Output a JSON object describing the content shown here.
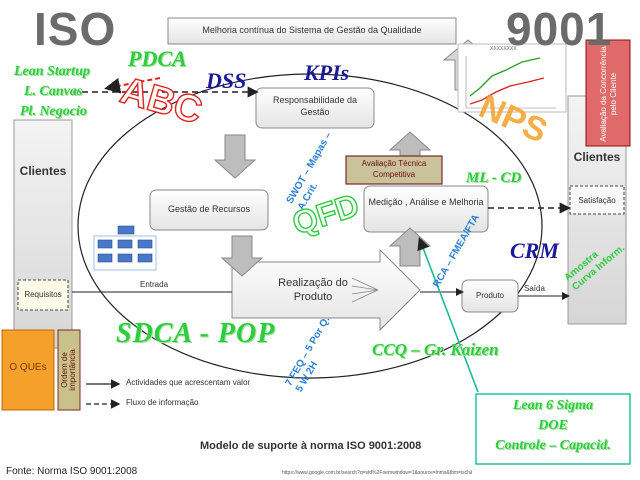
{
  "header": {
    "iso_left": "ISO",
    "iso_right": "9001",
    "improvement_box": "Melhoria contínua do Sistema de Gestão da Qualidade"
  },
  "boxes": {
    "responsabilidade": "Responsabilidade da Gestão",
    "gestao_recursos": "Gestão de Recursos",
    "medicao": "Medição , Análise e Melhoria",
    "realizacao": "Realização do Produto",
    "produto": "Produto",
    "entrada": "Entrada",
    "saida": "Saída",
    "clientes_left": "Clientes",
    "clientes_right": "Clientes",
    "requisitos": "Requisitos",
    "satisfacao": "Satisfação",
    "avaliacao_tecnica": "Avaliação Técnica Competitiva",
    "avaliacao_cliente": "Avaliação da Concorrência pelo Cliente",
    "o_ques": "O QUEs",
    "ordem": "Ordem de importância"
  },
  "overlays": {
    "pdca": "PDCA",
    "lean_startup": "Lean Startup",
    "l_canvas": "L. Canvas",
    "pl_negocio": "Pl. Negocio",
    "abc": "ABC",
    "dss": "DSS",
    "kpis": "KPIs",
    "nps": "NPS",
    "swot": "SWOT – Mapas – A.Crit.",
    "qfd": "QFD",
    "ml_cd": "ML - CD",
    "crm": "CRM",
    "rca": "RCA – FMEA/FTA",
    "amostra": "Amostra Curva Inform.",
    "sdca": "SDCA - POP",
    "feq": "7 FEQ – 5 Por Q. 5 W 2H",
    "ccq": "CCQ – Gr. Kaizen",
    "lean6_1": "Lean 6 Sigma",
    "lean6_2": "DOE",
    "lean6_3": "Controle – Capacid."
  },
  "chart_thumbnail": {
    "title": "XXXXXXXX"
  },
  "legend": {
    "solid": "Actividades que acrescentam valor",
    "dashed": "Fluxo de informação"
  },
  "caption": "Modelo de suporte à norma ISO 9001:2008",
  "footer": {
    "fonte": "Fonte: Norma ISO 9001:2008",
    "url": "https://www.google.com.br/search?q=std%2Foemwindow=1&source=lnms&tbm=isch&sa=X&ved=0ahUKEwiyv"
  },
  "colors": {
    "green": "#2ecc40",
    "navy": "#1a1a9a",
    "red": "#e02020",
    "orange": "#f5a02a",
    "teal": "#1abc9c"
  }
}
